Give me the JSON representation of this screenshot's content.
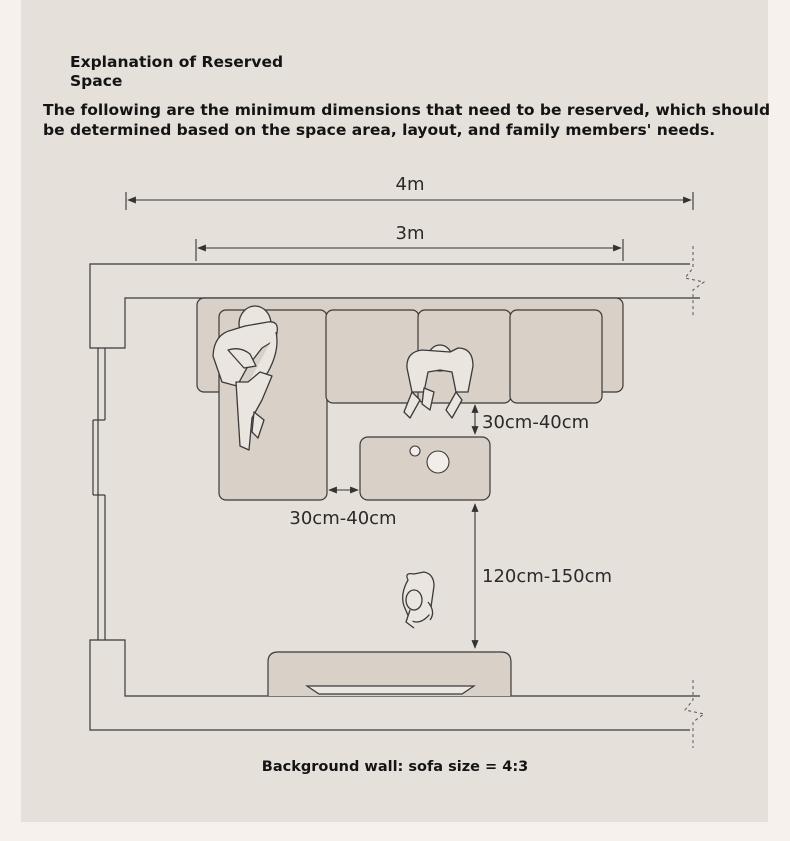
{
  "heading": "Explanation of Reserved Space",
  "intro": "The following are the minimum dimensions that need to be reserved, which should be determined based on the space area, layout, and family members' needs.",
  "dimensions": {
    "outer_width": "4m",
    "sofa_width": "3m",
    "sofa_to_table_gap": "30cm-40cm",
    "table_side_gap": "30cm-40cm",
    "walkway": "120cm-150cm"
  },
  "caption": "Background wall: sofa size = 4:3",
  "colors": {
    "page_background": "#f6f1ec",
    "panel": "#e6e0db",
    "furniture_fill": "#d9d0c7",
    "line": "#3a3a3a"
  }
}
